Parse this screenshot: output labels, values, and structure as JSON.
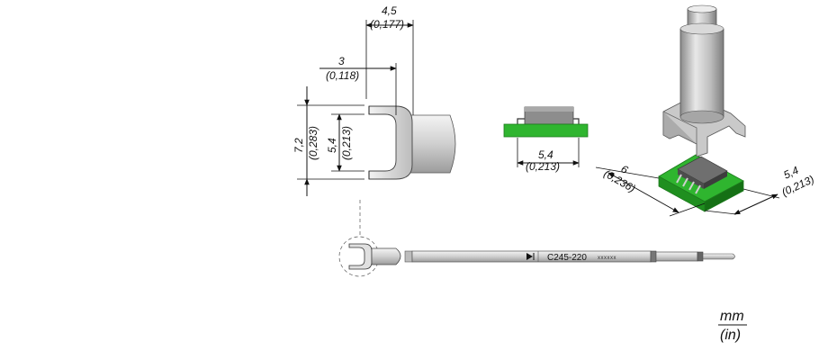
{
  "dimensions": {
    "top_width_mm": "4,5",
    "top_width_in": "(0,177)",
    "inner_width_mm": "3",
    "inner_width_in": "(0,118)",
    "outer_height_mm": "7,2",
    "outer_height_in": "(0,283)",
    "inner_height_mm": "5,4",
    "inner_height_in": "(0,213)",
    "chip_width_mm": "5,4",
    "chip_width_in": "(0,213)",
    "iso_left_mm": "6",
    "iso_left_in": "(0,236)",
    "iso_right_mm": "5,4",
    "iso_right_in": "(0,213)"
  },
  "tip": {
    "part_number": "C245-220",
    "serial_mark": "xxxxxx"
  },
  "units": {
    "primary": "mm",
    "secondary": "(in)"
  },
  "colors": {
    "pcb_green": "#2fb52f",
    "metal_light": "#e4e4e4",
    "metal_dark": "#9a9a9a"
  }
}
